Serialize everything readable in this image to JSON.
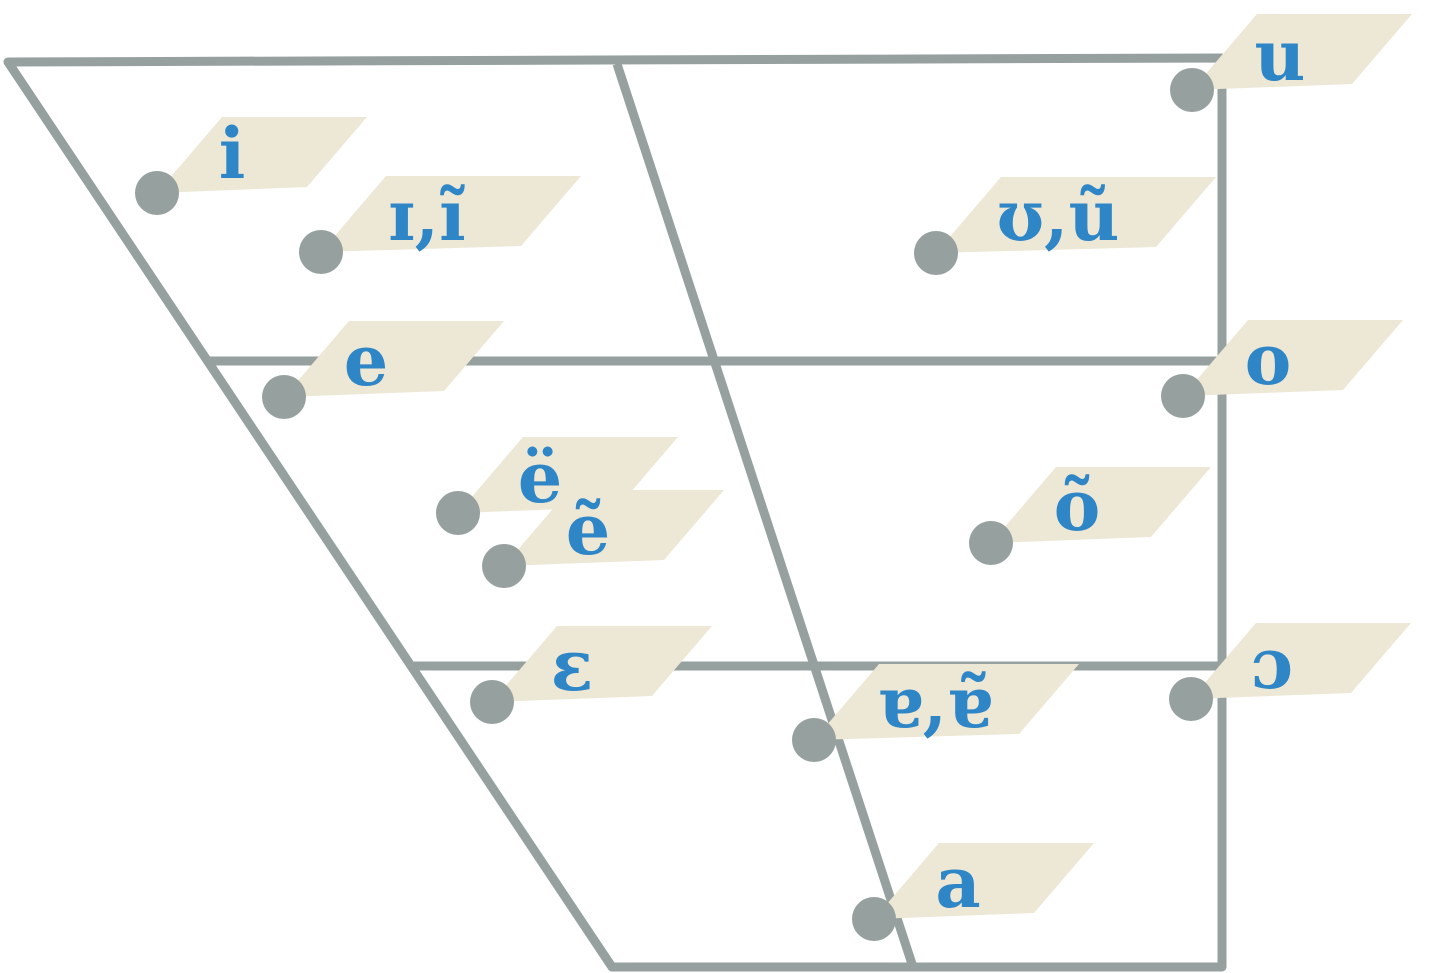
{
  "colors": {
    "frame": "#96a09f",
    "dot": "#96a09f",
    "label_bg": "#ede7d6",
    "label_text": "#2f86c6",
    "background": "#ffffff"
  },
  "vowels": [
    {
      "id": "i",
      "symbol": "i"
    },
    {
      "id": "ih",
      "symbol": "ɪ,ĩ"
    },
    {
      "id": "uh",
      "symbol": "ʊ,ũ"
    },
    {
      "id": "u",
      "symbol": "u"
    },
    {
      "id": "e",
      "symbol": "e"
    },
    {
      "id": "o",
      "symbol": "o"
    },
    {
      "id": "e-diaeresis",
      "symbol": "ë"
    },
    {
      "id": "e-tilde",
      "symbol": "ẽ"
    },
    {
      "id": "o-tilde",
      "symbol": "õ"
    },
    {
      "id": "epsilon",
      "symbol": "ɛ"
    },
    {
      "id": "turned-a",
      "symbol": "ɐ,ɐ̃"
    },
    {
      "id": "open-o",
      "symbol": "ɔ"
    },
    {
      "id": "a",
      "symbol": "a"
    }
  ]
}
